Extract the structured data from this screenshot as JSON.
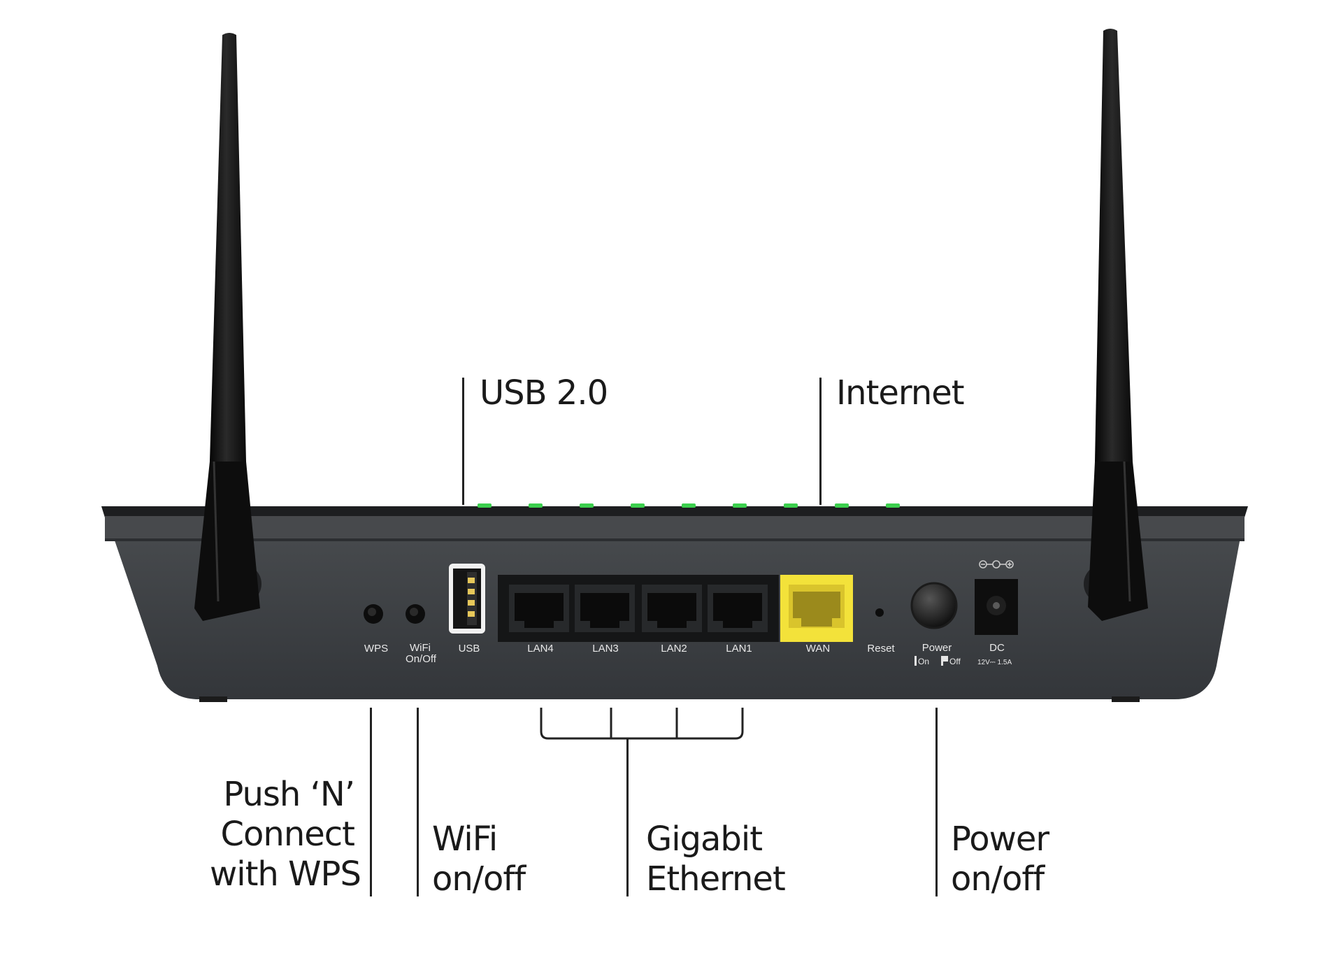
{
  "device": {
    "port_labels": {
      "wps": "WPS",
      "wifi_line1": "WiFi",
      "wifi_line2": "On/Off",
      "usb": "USB",
      "lan4": "LAN4",
      "lan3": "LAN3",
      "lan2": "LAN2",
      "lan1": "LAN1",
      "wan": "WAN",
      "reset": "Reset",
      "power": "Power",
      "power_on": "On",
      "power_off": "Off",
      "dc": "DC",
      "dc_rating": "12V⎓ 1.5A"
    },
    "colors": {
      "body": "#3c3f42",
      "top_edge": "#1d1e20",
      "antenna": "#141414",
      "led": "#3ccf4e",
      "wan_port": "#f3e23a",
      "lan_panel": "#151617"
    }
  },
  "callouts": {
    "usb": "USB 2.0",
    "internet": "Internet",
    "wps": [
      "Push ‘N’",
      "Connect",
      "with WPS"
    ],
    "wifi": [
      "WiFi",
      "on/off"
    ],
    "gigabit": [
      "Gigabit",
      "Ethernet"
    ],
    "power": [
      "Power",
      "on/off"
    ]
  }
}
